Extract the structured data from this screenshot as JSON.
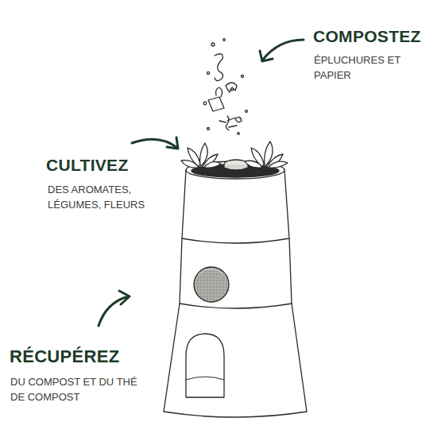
{
  "diagram": {
    "labels": [
      "COMPOSTEZ",
      "ÉPLUCHURES ET PAPIER",
      "CULTIVEZ",
      "DES AROMATES, LÉGUMES, FLEURS",
      "RÉCUPÉREZ",
      "DU COMPOST ET DU THÉ DE COMPOST"
    ]
  }
}
